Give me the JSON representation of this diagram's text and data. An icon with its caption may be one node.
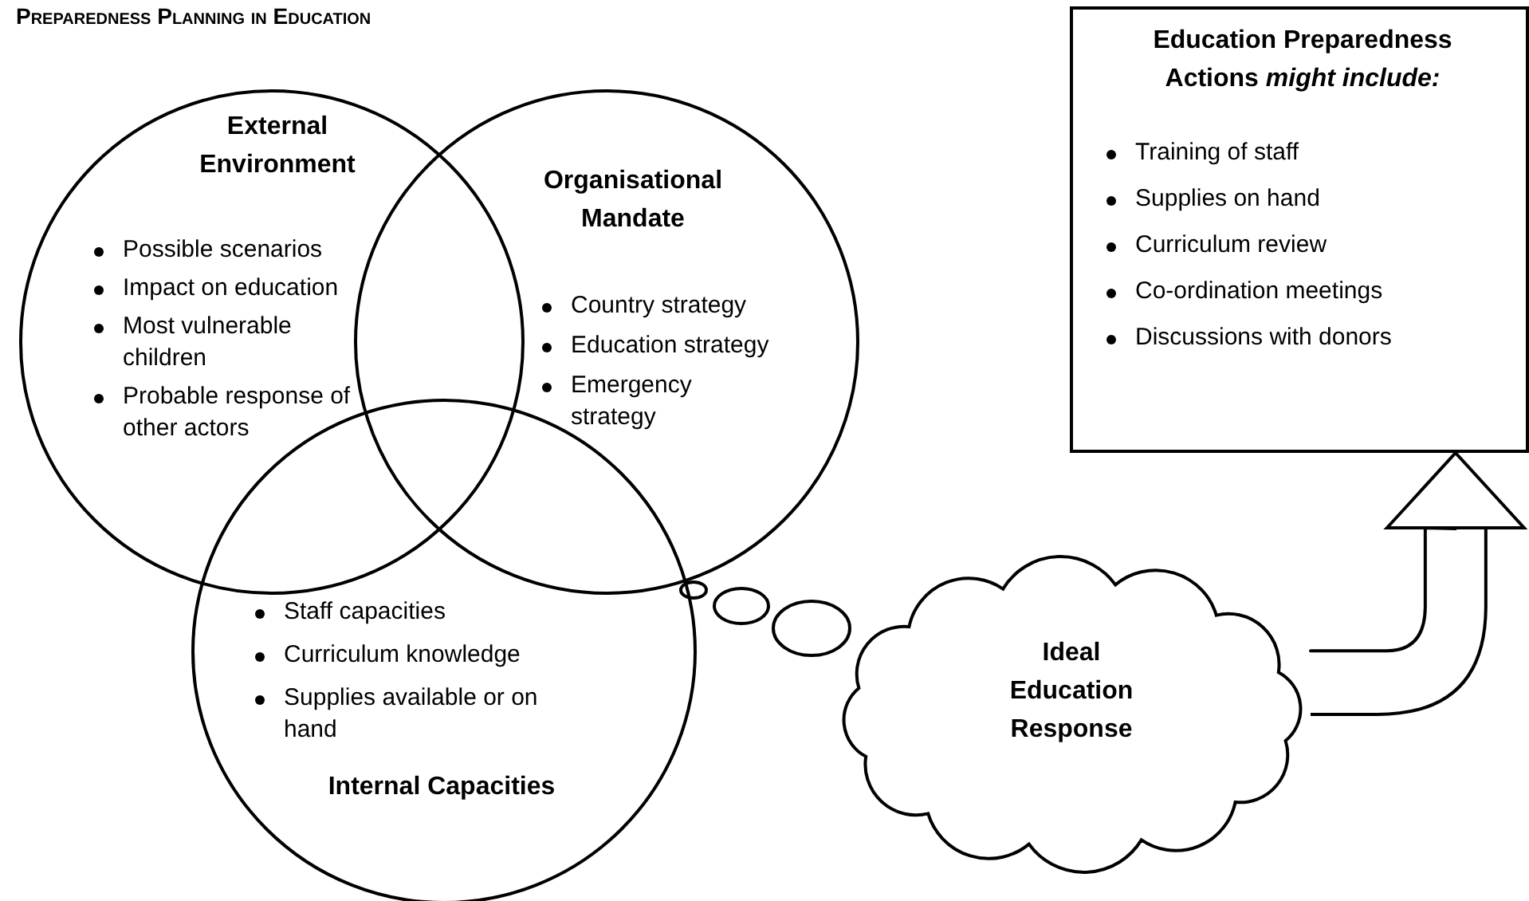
{
  "diagram": {
    "title": "Preparedness Planning in Education",
    "nodes": [
      {
        "text": [
          "External Environment",
          "Possible scenarios",
          "Impact on education",
          "Most vulnerable children",
          "Probable response of other actors"
        ]
      },
      {
        "text": [
          "Organisational Mandate",
          "Country strategy",
          "Education strategy",
          "Emergency strategy"
        ]
      },
      {
        "text": [
          "Staff capacities",
          "Curriculum knowledge",
          "Supplies available or on hand",
          "Internal Capacities"
        ]
      },
      {
        "text": [
          "Ideal Education Response"
        ]
      },
      {
        "text": [
          "Education Preparedness Actions *might include:*",
          "Training of staff",
          "Supplies on hand",
          "Curriculum review",
          "Co-ordination meetings",
          "Discussions with donors"
        ]
      }
    ],
    "edges": [
      {
        "from": 3,
        "to": 4,
        "arrow": "to"
      }
    ]
  }
}
